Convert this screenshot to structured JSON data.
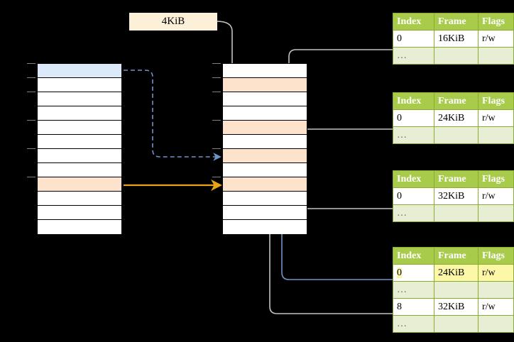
{
  "diagram": {
    "title_chip": {
      "label": "4KiB"
    },
    "colors": {
      "header_green": "#a9cb4c",
      "dots_row": "#e7eed4",
      "highlight_yellow": "#fdf7a8",
      "peach": "#fde3cc",
      "blue_row": "#dce9f9",
      "orange_arrow": "#e8a413",
      "blue_arrow": "#6f94c8",
      "gray_wire": "#b3b3b3"
    },
    "left_column": {
      "name": "virtual-address-space",
      "rows": [
        {
          "index": 0,
          "fill": "blue"
        },
        {
          "index": 1,
          "fill": "white"
        },
        {
          "index": 2,
          "fill": "white"
        },
        {
          "index": 3,
          "fill": "white"
        },
        {
          "index": 4,
          "fill": "white"
        },
        {
          "index": 5,
          "fill": "white"
        },
        {
          "index": 6,
          "fill": "white"
        },
        {
          "index": 7,
          "fill": "white"
        },
        {
          "index": 8,
          "fill": "peach"
        },
        {
          "index": 9,
          "fill": "white"
        },
        {
          "index": 10,
          "fill": "white"
        },
        {
          "index": 11,
          "fill": "white"
        }
      ]
    },
    "middle_column": {
      "name": "physical-memory",
      "rows": [
        {
          "index": 0,
          "fill": "white"
        },
        {
          "index": 1,
          "fill": "peach"
        },
        {
          "index": 2,
          "fill": "white"
        },
        {
          "index": 3,
          "fill": "white"
        },
        {
          "index": 4,
          "fill": "peach"
        },
        {
          "index": 5,
          "fill": "white"
        },
        {
          "index": 6,
          "fill": "peach"
        },
        {
          "index": 7,
          "fill": "white"
        },
        {
          "index": 8,
          "fill": "peach"
        },
        {
          "index": 9,
          "fill": "white"
        },
        {
          "index": 10,
          "fill": "white"
        },
        {
          "index": 11,
          "fill": "white"
        }
      ]
    },
    "page_tables": [
      {
        "name": "page-table-level-1",
        "headers": [
          "Index",
          "Frame",
          "Flags"
        ],
        "rows": [
          {
            "cells": [
              "0",
              "16KiB",
              "r/w"
            ],
            "kind": "data",
            "highlight": []
          },
          {
            "cells": [
              "…",
              "",
              ""
            ],
            "kind": "dots",
            "highlight": []
          }
        ]
      },
      {
        "name": "page-table-level-2",
        "headers": [
          "Index",
          "Frame",
          "Flags"
        ],
        "rows": [
          {
            "cells": [
              "0",
              "24KiB",
              "r/w"
            ],
            "kind": "data",
            "highlight": []
          },
          {
            "cells": [
              "…",
              "",
              ""
            ],
            "kind": "dots",
            "highlight": []
          }
        ]
      },
      {
        "name": "page-table-level-3",
        "headers": [
          "Index",
          "Frame",
          "Flags"
        ],
        "rows": [
          {
            "cells": [
              "0",
              "32KiB",
              "r/w"
            ],
            "kind": "data",
            "highlight": []
          },
          {
            "cells": [
              "…",
              "",
              ""
            ],
            "kind": "dots",
            "highlight": []
          }
        ]
      },
      {
        "name": "page-table-level-4",
        "headers": [
          "Index",
          "Frame",
          "Flags"
        ],
        "rows": [
          {
            "cells": [
              "0",
              "24KiB",
              "r/w"
            ],
            "kind": "data",
            "highlight": [
              1,
              2
            ]
          },
          {
            "cells": [
              "…",
              "",
              ""
            ],
            "kind": "dots",
            "highlight": []
          },
          {
            "cells": [
              "8",
              "32KiB",
              "r/w"
            ],
            "kind": "data",
            "highlight": []
          },
          {
            "cells": [
              "…",
              "",
              ""
            ],
            "kind": "dots",
            "highlight": []
          }
        ]
      }
    ]
  }
}
